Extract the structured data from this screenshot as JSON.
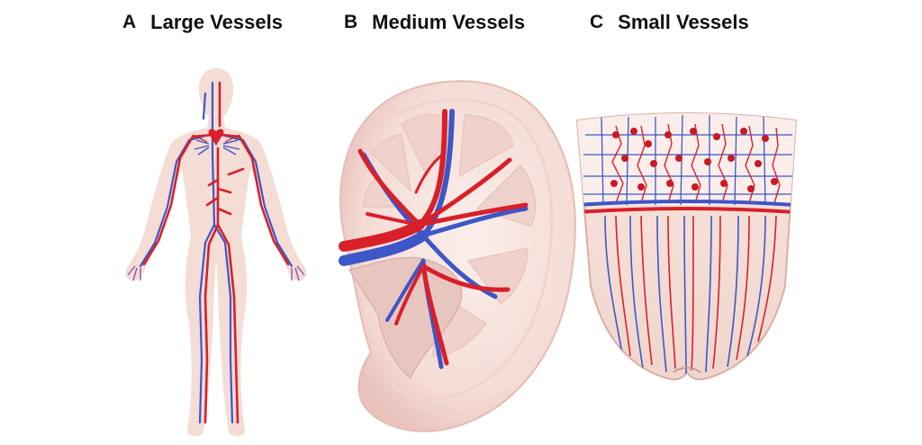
{
  "colors": {
    "artery": "#d8202a",
    "vein": "#3d56c8",
    "skin": "#f3ddd4",
    "tissue": "#f2dcd6",
    "tissue_light": "#fbeeea",
    "calyx": "#efcfca",
    "text": "#111111"
  },
  "panels": [
    {
      "letter": "A",
      "title": "Large Vessels"
    },
    {
      "letter": "B",
      "title": "Medium Vessels"
    },
    {
      "letter": "C",
      "title": "Small Vessels"
    }
  ]
}
